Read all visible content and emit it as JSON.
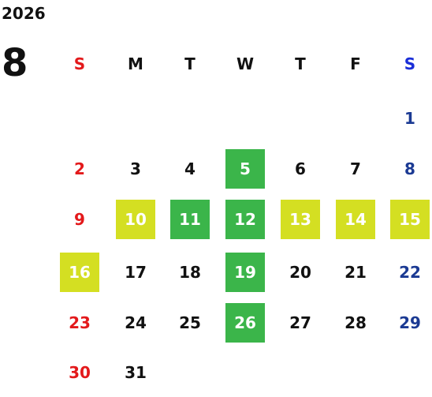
{
  "year": "2026",
  "month": "8",
  "weekdays": [
    "S",
    "M",
    "T",
    "W",
    "T",
    "F",
    "S"
  ],
  "weeks": [
    [
      null,
      null,
      null,
      null,
      null,
      null,
      "1"
    ],
    [
      "2",
      "3",
      "4",
      "5",
      "6",
      "7",
      "8"
    ],
    [
      "9",
      "10",
      "11",
      "12",
      "13",
      "14",
      "15"
    ],
    [
      "16",
      "17",
      "18",
      "19",
      "20",
      "21",
      "22"
    ],
    [
      "23",
      "24",
      "25",
      "26",
      "27",
      "28",
      "29"
    ],
    [
      "30",
      "31",
      null,
      null,
      null,
      null,
      null
    ]
  ],
  "highlights": {
    "green": [
      "5",
      "11",
      "12",
      "19",
      "26"
    ],
    "yellow": [
      "10",
      "13",
      "14",
      "15",
      "16"
    ]
  },
  "colors": {
    "sunday": "#e3191b",
    "saturday_header": "#1a2ed8",
    "saturday_date": "#1b3a93",
    "weekday": "#111111",
    "highlight_green": "#3bb54a",
    "highlight_yellow": "#d4df22"
  }
}
